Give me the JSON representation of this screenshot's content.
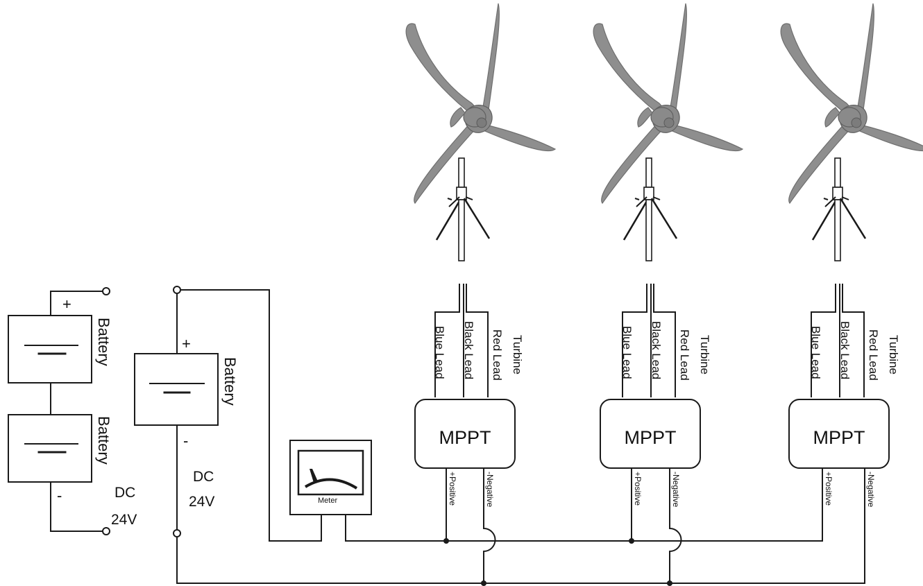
{
  "battery_bank_1": {
    "label_upper": "Battery",
    "label_lower": "Battery",
    "plus": "+",
    "minus": "-",
    "dc": "DC",
    "voltage": "24V"
  },
  "battery_bank_2": {
    "label": "Battery",
    "plus": "+",
    "minus": "-",
    "dc": "DC",
    "voltage": "24V"
  },
  "meter": {
    "label": "Meter"
  },
  "turbines": [
    {
      "lead_blue": "Blue Lead",
      "lead_black": "Black Lead",
      "lead_red": "Red Lead",
      "turbine": "Turbine",
      "controller": "MPPT",
      "positive": "+Positive",
      "negative": "-Negative"
    },
    {
      "lead_blue": "Blue Lead",
      "lead_black": "Black Lead",
      "lead_red": "Red Lead",
      "turbine": "Turbine",
      "controller": "MPPT",
      "positive": "+Positive",
      "negative": "-Negative"
    },
    {
      "lead_blue": "Blue Lead",
      "lead_black": "Black Lead",
      "lead_red": "Red Lead",
      "turbine": "Turbine",
      "controller": "MPPT",
      "positive": "+Positive",
      "negative": "-Negative"
    }
  ],
  "colors": {
    "line": "#1a1a1a",
    "turbine": "#8e8e8e"
  }
}
